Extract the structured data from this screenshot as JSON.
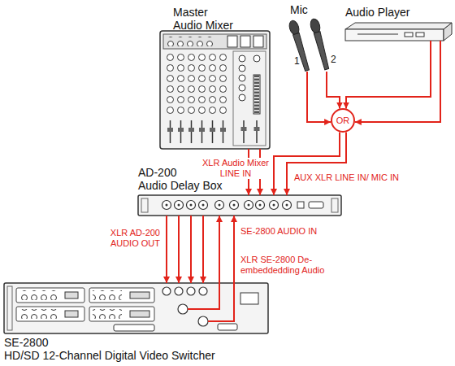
{
  "diagram": {
    "nodes": [
      {
        "text": [
          "Master Audio Mixer"
        ]
      },
      {
        "text": [
          "Mic"
        ]
      },
      {
        "text": [
          "Audio Player"
        ]
      },
      {
        "text": [
          "OR"
        ]
      },
      {
        "text": [
          "AD-200",
          "Audio Delay Box"
        ]
      },
      {
        "text": [
          "SE-2800",
          "HD/SD 12-Channel Digital Video Switcher"
        ]
      }
    ],
    "edges": [
      {
        "from": 0,
        "to": 4,
        "label": "XLR Audio Mixer LINE IN",
        "arrow": "to"
      },
      {
        "from": 1,
        "to": 3,
        "arrow": "to"
      },
      {
        "from": 2,
        "to": 3,
        "arrow": "to"
      },
      {
        "from": 3,
        "to": 4,
        "label": "AUX XLR LINE IN/ MIC IN",
        "arrow": "to"
      },
      {
        "from": 4,
        "to": 5,
        "label": "XLR AD-200 AUDIO OUT",
        "arrow": "to"
      },
      {
        "from": 5,
        "to": 4,
        "label": "XLR SE-2800 De-embeddedding Audio",
        "arrow": "to"
      }
    ],
    "labels": [
      "1",
      "2",
      "SE-2800 AUDIO IN"
    ]
  }
}
